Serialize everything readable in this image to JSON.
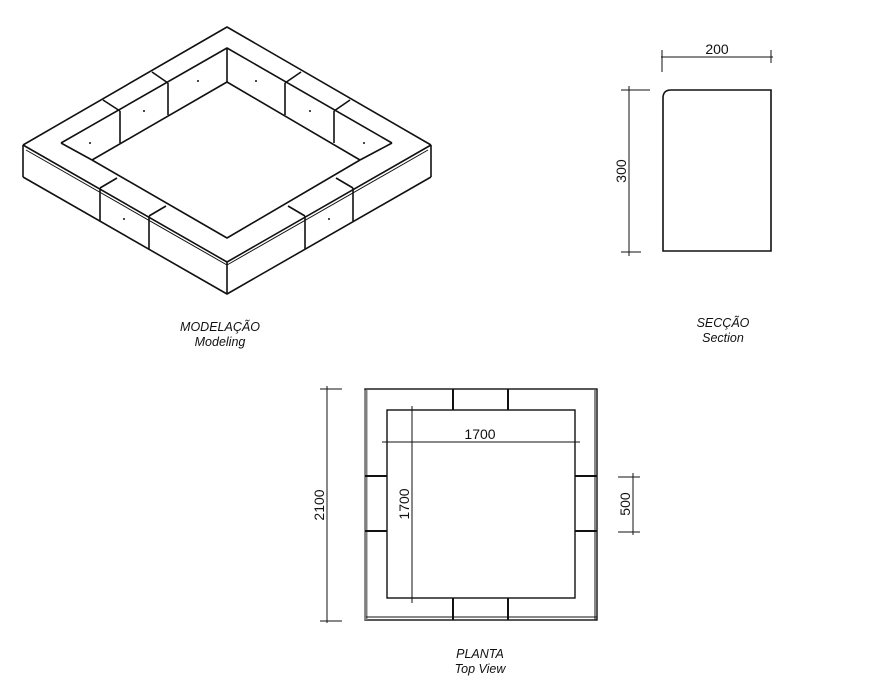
{
  "views": {
    "modeling": {
      "title_pt": "MODELAÇÃO",
      "title_en": "Modeling"
    },
    "section": {
      "title_pt": "SECÇÃO",
      "title_en": "Section",
      "width_dim": "200",
      "height_dim": "300"
    },
    "plan": {
      "title_pt": "PLANTA",
      "title_en": "Top View",
      "outer_dim": "2100",
      "inner_width_dim": "1700",
      "inner_height_dim": "1700",
      "module_dim": "500"
    }
  },
  "colors": {
    "line": "#111111",
    "frame_shadow": "#808080",
    "background": "#ffffff"
  }
}
